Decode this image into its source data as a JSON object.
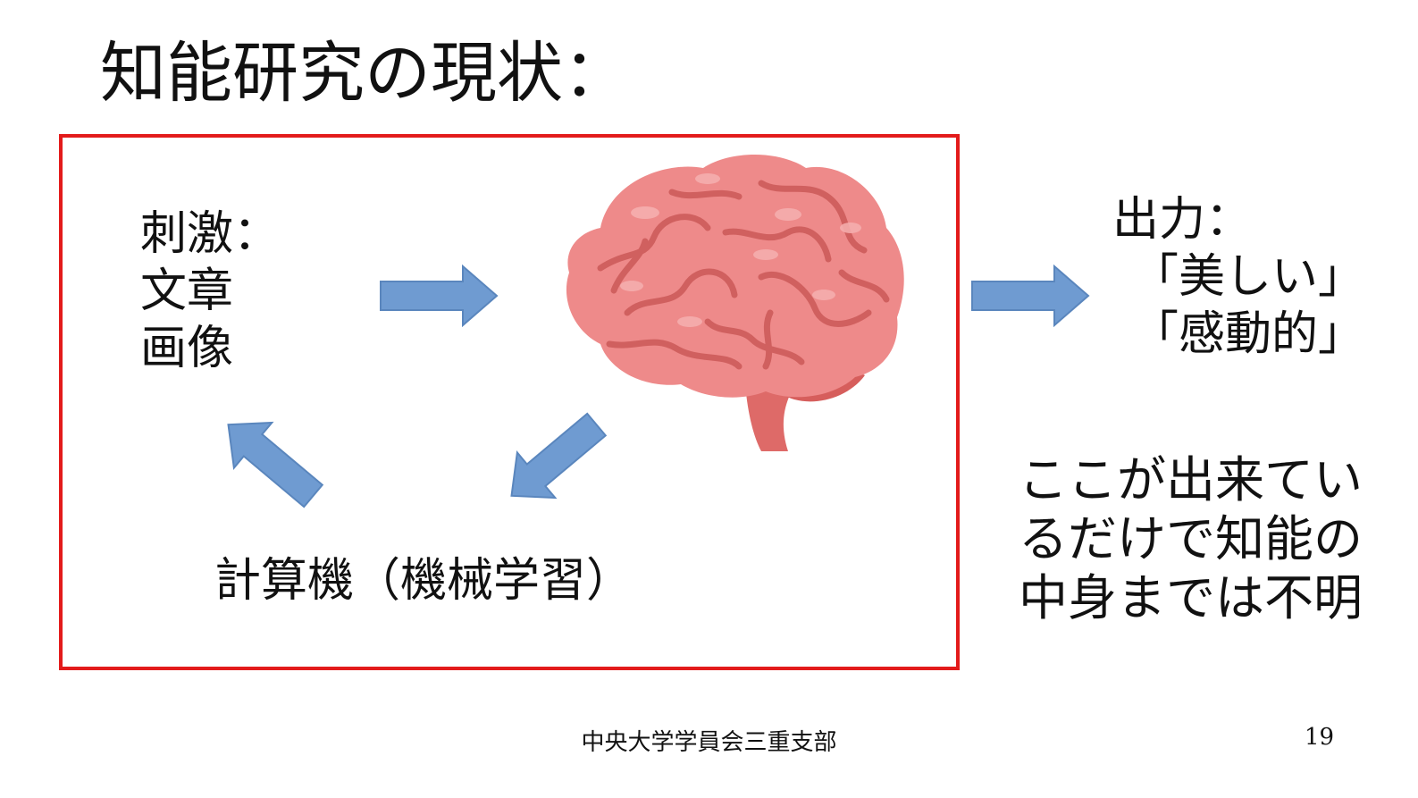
{
  "slide": {
    "title": "知能研究の現状：",
    "stimulus_lines": [
      "刺激：",
      "文章",
      "画像"
    ],
    "computer_label": "計算機（機械学習）",
    "output_lines": [
      "出力：",
      "「美しい」",
      "「感動的」"
    ],
    "note_lines": [
      "ここが出来てい",
      "るだけで知能の",
      "中身までは不明"
    ],
    "footer": "中央大学学員会三重支部",
    "page_number": "19"
  },
  "colors": {
    "frame": "#e31b1b",
    "arrow": "#6f9bd1",
    "brain": "#ee8a8a",
    "brain_stem": "#de6a68"
  },
  "icons": [
    "brain-icon",
    "arrow-right-icon",
    "arrow-down-left-icon",
    "arrow-up-left-icon"
  ]
}
